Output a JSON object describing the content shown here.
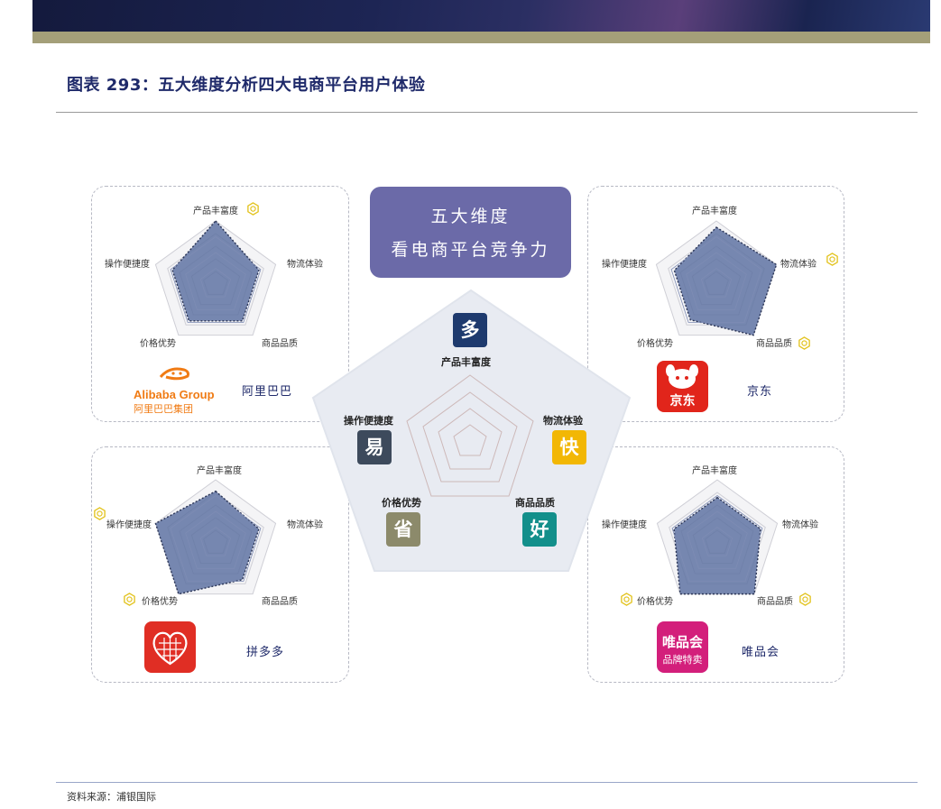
{
  "figure": {
    "title": "图表 293：五大维度分析四大电商平台用户体验"
  },
  "center": {
    "line1": "五大维度",
    "line2": "看电商平台竞争力",
    "dimensions": [
      {
        "tile": "多",
        "label": "产品丰富度",
        "color": "#1e3a6e"
      },
      {
        "tile": "快",
        "label": "物流体验",
        "color": "#f2b705"
      },
      {
        "tile": "好",
        "label": "商品品质",
        "color": "#138f8b"
      },
      {
        "tile": "省",
        "label": "价格优势",
        "color": "#8c8a6b"
      },
      {
        "tile": "易",
        "label": "操作便捷度",
        "color": "#3d4a5c"
      }
    ]
  },
  "platforms": {
    "alibaba": {
      "name": "阿里巴巴",
      "logo_text_en": "Alibaba Group",
      "logo_text_cn": "阿里巴巴集团",
      "axes": [
        "产品丰富度",
        "物流体验",
        "商品品质",
        "价格优势",
        "操作便捷度"
      ],
      "scores": [
        1.0,
        0.72,
        0.72,
        0.72,
        0.72
      ],
      "advantage_badges": [
        "产品丰富度"
      ]
    },
    "jd": {
      "name": "京东",
      "logo_text": "京东",
      "axes": [
        "产品丰富度",
        "物流体验",
        "商品品质",
        "价格优势",
        "操作便捷度"
      ],
      "scores": [
        0.9,
        1.0,
        1.0,
        0.7,
        0.7
      ],
      "advantage_badges": [
        "物流体验",
        "商品品质"
      ]
    },
    "pdd": {
      "name": "拼多多",
      "axes": [
        "产品丰富度",
        "物流体验",
        "商品品质",
        "价格优势",
        "操作便捷度"
      ],
      "scores": [
        0.82,
        0.72,
        0.72,
        1.0,
        1.0
      ],
      "advantage_badges": [
        "操作便捷度",
        "价格优势"
      ]
    },
    "vip": {
      "name": "唯品会",
      "logo_text_top": "唯品会",
      "logo_text_bottom": "品牌特卖",
      "axes": [
        "产品丰富度",
        "物流体验",
        "商品品质",
        "价格优势",
        "操作便捷度"
      ],
      "scores": [
        0.72,
        0.72,
        1.0,
        1.0,
        0.72
      ],
      "advantage_badges": [
        "价格优势",
        "商品品质"
      ]
    }
  },
  "source": "资料来源：浦银国际"
}
